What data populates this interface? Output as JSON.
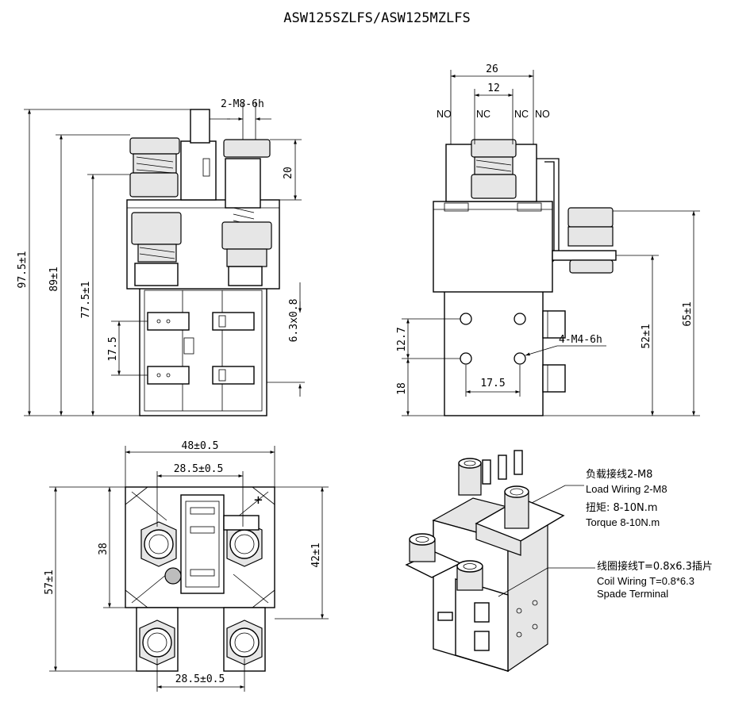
{
  "title": "ASW125SZLFS/ASW125MZLFS",
  "front_view": {
    "dim_height_total": "97.5±1",
    "dim_height_89": "89±1",
    "dim_height_775": "77.5±1",
    "dim_terminal_thread": "2-M8-6h",
    "dim_stud_20": "20",
    "dim_tab": "6.3x0.8",
    "dim_tab_pitch": "17.5"
  },
  "side_view": {
    "dim_26": "26",
    "dim_12": "12",
    "label_no_left": "NO",
    "label_nc_left": "NC",
    "label_nc_right": "NC",
    "label_no_right": "NO",
    "dim_hole_pitch_v": "12.7",
    "dim_mount_thread": "4-M4-6h",
    "dim_hole_pitch_h": "17.5",
    "dim_base_18": "18",
    "dim_52": "52±1",
    "dim_65": "65±1"
  },
  "top_view": {
    "dim_width_48": "48±0.5",
    "dim_spacing_top": "28.5±0.5",
    "dim_38": "38",
    "dim_57": "57±1",
    "dim_42": "42±1",
    "dim_spacing_bottom": "28.5±0.5",
    "plus_mark": "+"
  },
  "iso_view": {
    "load_cn": "负载接线2-M8",
    "load_en": "Load Wiring 2-M8",
    "torque_cn": "扭矩: 8-10N.m",
    "torque_en": "Torque 8-10N.m",
    "coil_cn": "线圈接线T=0.8x6.3插片",
    "coil_en": "Coil Wiring T=0.8*6.3",
    "coil_en2": "Spade Terminal"
  }
}
